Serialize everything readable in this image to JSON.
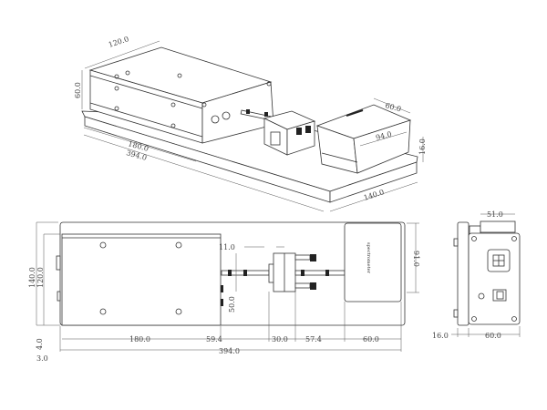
{
  "iso_view": {
    "dims": {
      "box_depth": "120.0",
      "box_height": "60.0",
      "box_length": "180.0",
      "plate_length": "394.0",
      "spec_width": "60.0",
      "spec_length": "94.0",
      "spec_offset": "16.0",
      "plate_width": "140.0"
    }
  },
  "top_view": {
    "spectrometer_label": "spectrometer",
    "dims": {
      "plate_width": "140.0",
      "box_width": "120.0",
      "spec_width": "91.0",
      "connector": "11.0",
      "holder_height": "50.0",
      "edge_offset": "4.0",
      "left_offset": "3.0",
      "box_length": "180.0",
      "gap_1": "59.4",
      "holder_length": "30.0",
      "gap_2": "57.4",
      "spec_length": "60.0",
      "total_length": "394.0"
    }
  },
  "side_view": {
    "dims": {
      "top_width": "51.0",
      "offset": "16.0",
      "width": "60.0"
    }
  }
}
